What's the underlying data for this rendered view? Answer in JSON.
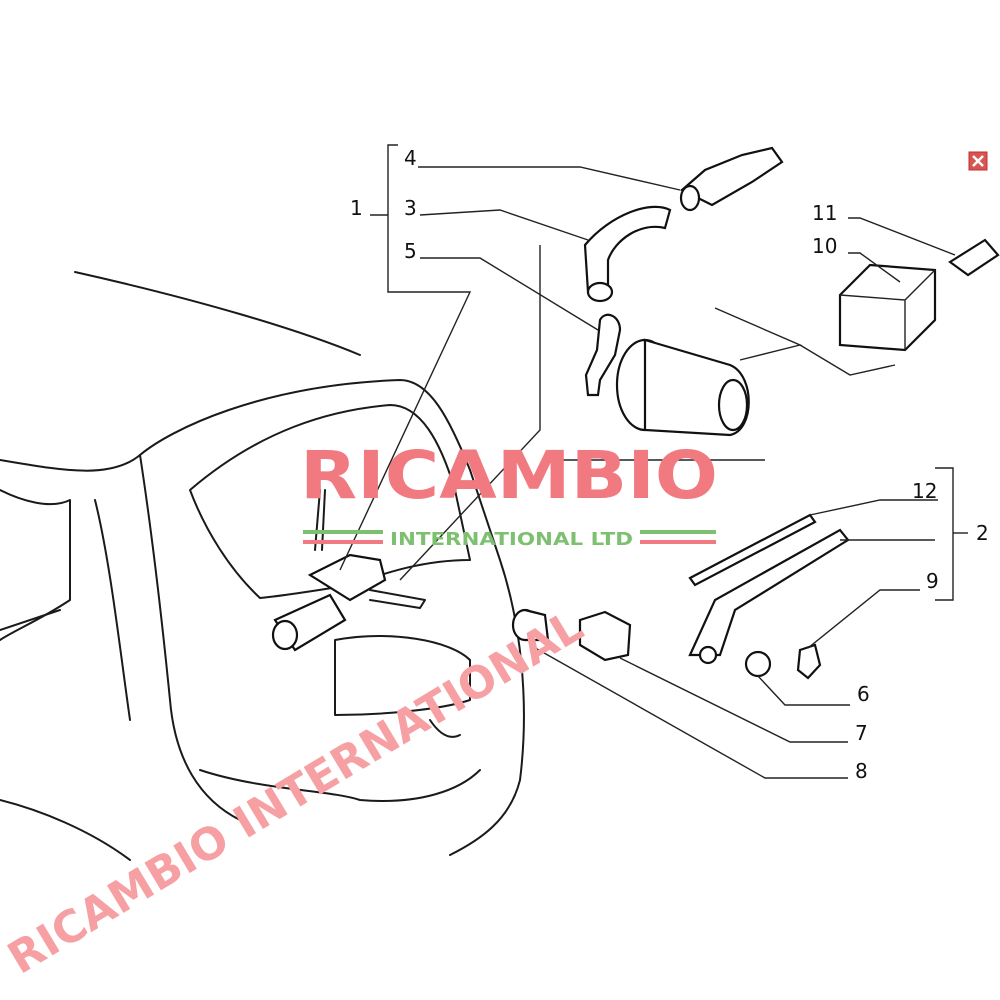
{
  "callouts": {
    "c1": "1",
    "c2": "2",
    "c3": "3",
    "c4": "4",
    "c5": "5",
    "c6": "6",
    "c7": "7",
    "c8": "8",
    "c9": "9",
    "c10": "10",
    "c11": "11",
    "c12": "12"
  },
  "watermark": {
    "brand": "RICAMBIO",
    "subtitle": "INTERNATIONAL LTD",
    "diagonal": "RICAMBIO INTERNATIONAL",
    "brand_color": "#f07a80",
    "sub_color": "#7cc070"
  },
  "close_icon": {
    "icon": "close-icon",
    "color": "#d9534f"
  }
}
